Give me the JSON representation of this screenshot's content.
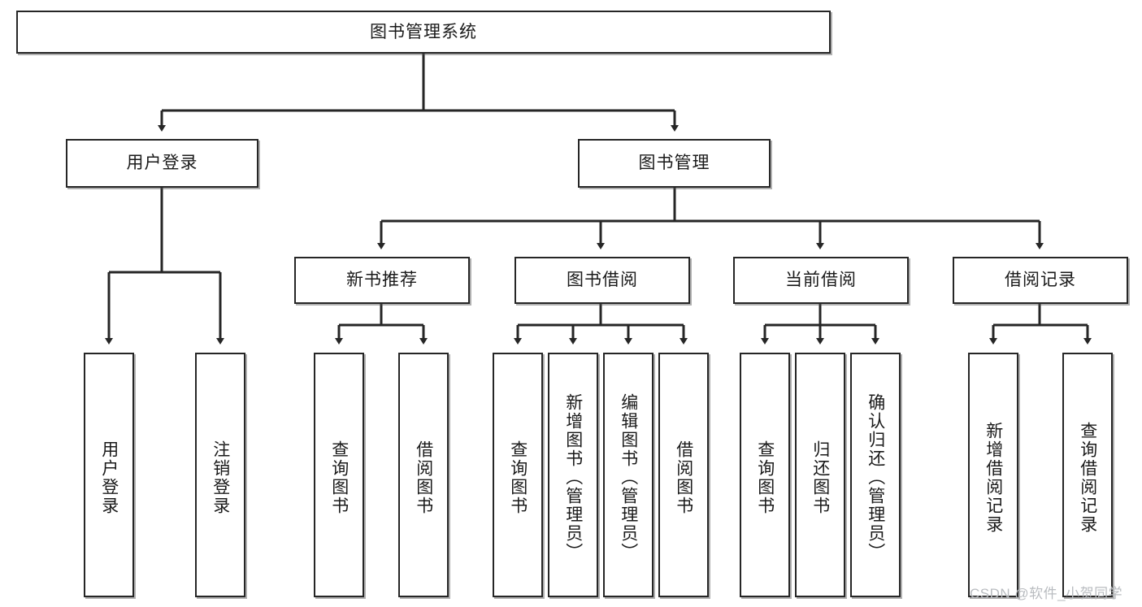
{
  "diagram": {
    "type": "tree",
    "title": "图书管理系统",
    "watermark": "CSDN @软件_小贺同学",
    "colors": {
      "stroke": "#262626",
      "box_fill": "#ffffff",
      "text": "#1a1a1a",
      "watermark": "#b9bcc0",
      "background": "#ffffff"
    },
    "nodes": {
      "root": {
        "label": "图书管理系统",
        "level": 1,
        "orientation": "horizontal"
      },
      "user_login": {
        "label": "用户登录",
        "level": 2,
        "orientation": "horizontal"
      },
      "book_manage": {
        "label": "图书管理",
        "level": 2,
        "orientation": "horizontal"
      },
      "new_book_rec": {
        "label": "新书推荐",
        "level": 3,
        "orientation": "horizontal"
      },
      "book_borrow": {
        "label": "图书借阅",
        "level": 3,
        "orientation": "horizontal"
      },
      "current_borrow": {
        "label": "当前借阅",
        "level": 3,
        "orientation": "horizontal"
      },
      "borrow_record": {
        "label": "借阅记录",
        "level": 3,
        "orientation": "horizontal"
      },
      "leaf_user_login": {
        "label": "用户登录",
        "level": 4,
        "orientation": "vertical"
      },
      "leaf_logout": {
        "label": "注销登录",
        "level": 4,
        "orientation": "vertical"
      },
      "leaf_query_book_1": {
        "label": "查询图书",
        "level": 4,
        "orientation": "vertical"
      },
      "leaf_borrow_book_1": {
        "label": "借阅图书",
        "level": 4,
        "orientation": "vertical"
      },
      "leaf_query_book_2": {
        "label": "查询图书",
        "level": 4,
        "orientation": "vertical"
      },
      "leaf_add_book": {
        "label": "新增图书（管理员）",
        "level": 4,
        "orientation": "vertical"
      },
      "leaf_edit_book": {
        "label": "编辑图书（管理员）",
        "level": 4,
        "orientation": "vertical"
      },
      "leaf_borrow_book_2": {
        "label": "借阅图书",
        "level": 4,
        "orientation": "vertical"
      },
      "leaf_query_book_3": {
        "label": "查询图书",
        "level": 4,
        "orientation": "vertical"
      },
      "leaf_return_book": {
        "label": "归还图书",
        "level": 4,
        "orientation": "vertical"
      },
      "leaf_confirm_return": {
        "label": "确认归还（管理员）",
        "level": 4,
        "orientation": "vertical"
      },
      "leaf_add_record": {
        "label": "新增借阅记录",
        "level": 4,
        "orientation": "vertical"
      },
      "leaf_query_record": {
        "label": "查询借阅记录",
        "level": 4,
        "orientation": "vertical"
      }
    },
    "edges": [
      {
        "from": "root",
        "to": "user_login"
      },
      {
        "from": "root",
        "to": "book_manage"
      },
      {
        "from": "user_login",
        "to": "leaf_user_login"
      },
      {
        "from": "user_login",
        "to": "leaf_logout"
      },
      {
        "from": "book_manage",
        "to": "new_book_rec"
      },
      {
        "from": "book_manage",
        "to": "book_borrow"
      },
      {
        "from": "book_manage",
        "to": "current_borrow"
      },
      {
        "from": "book_manage",
        "to": "borrow_record"
      },
      {
        "from": "new_book_rec",
        "to": "leaf_query_book_1"
      },
      {
        "from": "new_book_rec",
        "to": "leaf_borrow_book_1"
      },
      {
        "from": "book_borrow",
        "to": "leaf_query_book_2"
      },
      {
        "from": "book_borrow",
        "to": "leaf_add_book"
      },
      {
        "from": "book_borrow",
        "to": "leaf_edit_book"
      },
      {
        "from": "book_borrow",
        "to": "leaf_borrow_book_2"
      },
      {
        "from": "current_borrow",
        "to": "leaf_query_book_3"
      },
      {
        "from": "current_borrow",
        "to": "leaf_return_book"
      },
      {
        "from": "current_borrow",
        "to": "leaf_confirm_return"
      },
      {
        "from": "borrow_record",
        "to": "leaf_add_record"
      },
      {
        "from": "borrow_record",
        "to": "leaf_query_record"
      }
    ]
  }
}
